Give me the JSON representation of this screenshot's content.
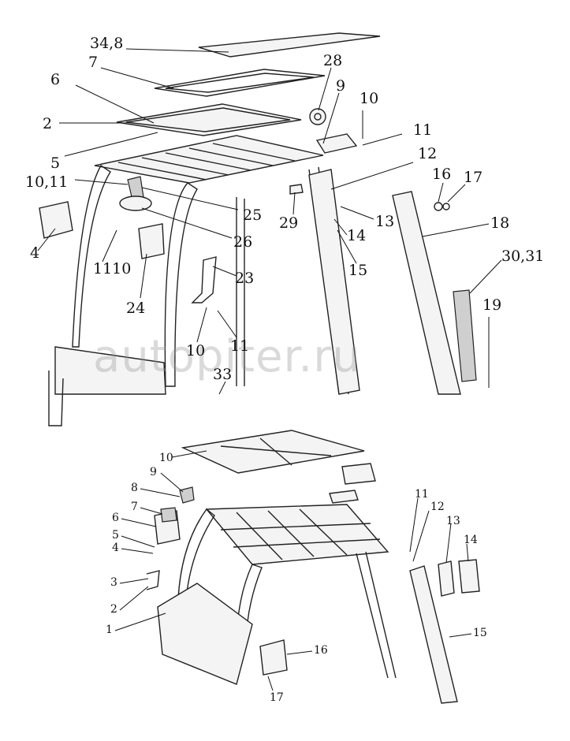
{
  "watermark": "autopiter.ru",
  "upper": {
    "labels": [
      "34,8",
      "7",
      "28",
      "6",
      "9",
      "10",
      "2",
      "11",
      "5",
      "12",
      "16",
      "17",
      "10,11",
      "25",
      "29",
      "13",
      "18",
      "4",
      "26",
      "14",
      "1110",
      "15",
      "30,31",
      "23",
      "24",
      "19",
      "10",
      "11",
      "33"
    ]
  },
  "lower": {
    "labels": [
      "10",
      "9",
      "8",
      "7",
      "6",
      "5",
      "4",
      "3",
      "2",
      "1",
      "11",
      "12",
      "13",
      "14",
      "15",
      "16",
      "17"
    ]
  }
}
